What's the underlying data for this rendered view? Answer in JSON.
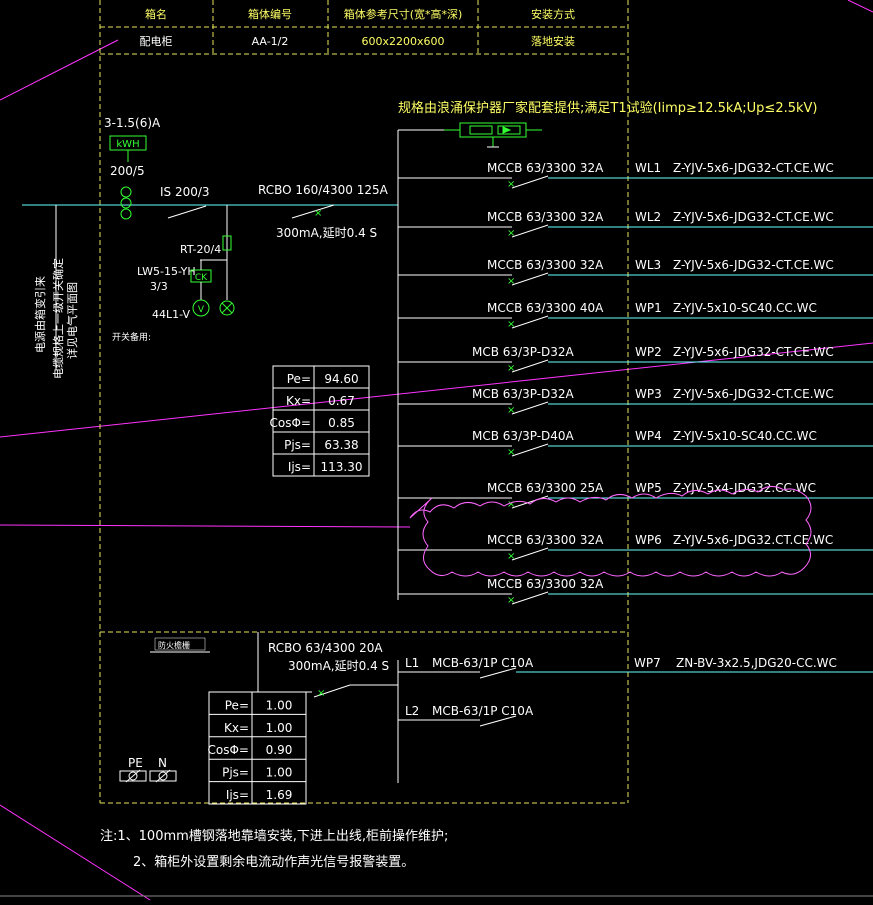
{
  "header_table": {
    "headers": [
      "箱名",
      "箱体编号",
      "箱体参考尺寸(宽*高*深)",
      "安装方式"
    ],
    "values": [
      "配电柜",
      "AA-1/2",
      "600x2200x600",
      "落地安装"
    ]
  },
  "spd_note": "规格由浪涌保护器厂家配套提供;满足T1试验(Iimp≥12.5kA;Up≤2.5kV)",
  "incoming": {
    "meter_rating": "3-1.5(6)A",
    "meter_label": "kWH",
    "ct_ratio": "200/5",
    "isolator": "IS 200/3",
    "rcbo": "RCBO 160/4300 125A",
    "rcbo_note": "300mA,延时0.4 S",
    "fuse": "RT-20/4",
    "switch_model": "LW5-15-YH",
    "switch_pos": "3/3",
    "ck_label": "CK",
    "voltmeter": "44L1-V",
    "v_symbol": "V",
    "vertical_text_1": "电源由箱变引来",
    "vertical_text_2": "电缆规格上一级开关确定",
    "vertical_text_3": "详见电气平面图",
    "note_small": "开关备用:"
  },
  "load_table_1": [
    {
      "label": "Pe=",
      "value": "94.60"
    },
    {
      "label": "Kx=",
      "value": "0.67"
    },
    {
      "label": "CosΦ=",
      "value": "0.85"
    },
    {
      "label": "Pjs=",
      "value": "63.38"
    },
    {
      "label": "Ijs=",
      "value": "113.30"
    }
  ],
  "circuits": [
    {
      "breaker": "MCCB 63/3300 32A",
      "name": "WL1",
      "cable": "Z-YJV-5x6-JDG32-CT.CE.WC"
    },
    {
      "breaker": "MCCB 63/3300 32A",
      "name": "WL2",
      "cable": "Z-YJV-5x6-JDG32-CT.CE.WC"
    },
    {
      "breaker": "MCCB 63/3300 32A",
      "name": "WL3",
      "cable": "Z-YJV-5x6-JDG32-CT.CE.WC"
    },
    {
      "breaker": "MCCB 63/3300 40A",
      "name": "WP1",
      "cable": "Z-YJV-5x10-SC40.CC.WC"
    },
    {
      "breaker": "MCB 63/3P-D32A",
      "name": "WP2",
      "cable": "Z-YJV-5x6-JDG32-CT.CE.WC"
    },
    {
      "breaker": "MCB 63/3P-D32A",
      "name": "WP3",
      "cable": "Z-YJV-5x6-JDG32-CT.CE.WC"
    },
    {
      "breaker": "MCB 63/3P-D40A",
      "name": "WP4",
      "cable": "Z-YJV-5x10-SC40.CC.WC"
    },
    {
      "breaker": "MCCB 63/3300   25A",
      "name": "WP5",
      "cable": "Z-YJV-5x4-JDG32.CC.WC"
    },
    {
      "breaker": "MCCB 63/3300 32A",
      "name": "WP6",
      "cable": "Z-YJV-5x6-JDG32.CT.CE.WC"
    },
    {
      "breaker": "MCCB 63/3300 32A",
      "name": "",
      "cable": ""
    }
  ],
  "fire_section": {
    "label": "防火檐栅",
    "rcbo": "RCBO 63/4300 20A",
    "rcbo_note": "300mA,延时0.4 S",
    "L1": {
      "name": "L1",
      "breaker": "MCB-63/1P C10A",
      "circuit": "WP7",
      "cable": "ZN-BV-3x2.5,JDG20-CC.WC"
    },
    "L2": {
      "name": "L2",
      "breaker": "MCB-63/1P C10A"
    }
  },
  "load_table_2": [
    {
      "label": "Pe=",
      "value": "1.00"
    },
    {
      "label": "Kx=",
      "value": "1.00"
    },
    {
      "label": "CosΦ=",
      "value": "0.90"
    },
    {
      "label": "Pjs=",
      "value": "1.00"
    },
    {
      "label": "Ijs=",
      "value": "1.69"
    }
  ],
  "terminals": {
    "pe": "PE",
    "n": "N"
  },
  "notes": [
    "注:1、100mm槽钢落地靠墙安装,下进上出线,柜前操作维护;",
    "2、箱柜外设置剩余电流动作声光信号报警装置。"
  ],
  "colors": {
    "background": "#000000",
    "dashed_frame": "#e6e65c",
    "bus": "#66ffff",
    "wiring": "#ffffff",
    "device_green": "#33ff33",
    "stray_lines": "#ff33ff",
    "revision_cloud": "#ff66ff"
  }
}
